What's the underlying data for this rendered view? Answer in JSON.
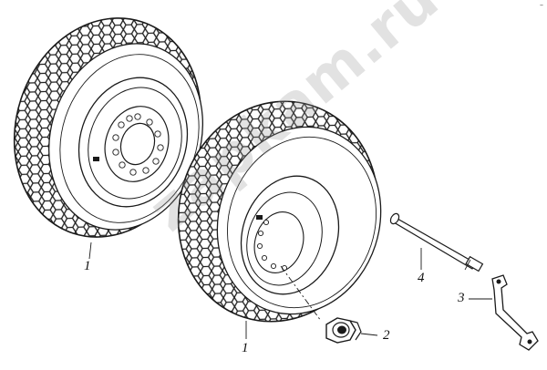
{
  "diagram": {
    "callouts": [
      {
        "id": "callout-1-left",
        "label": "1"
      },
      {
        "id": "callout-1-right",
        "label": "1"
      },
      {
        "id": "callout-2",
        "label": "2"
      },
      {
        "id": "callout-3",
        "label": "3"
      },
      {
        "id": "callout-4",
        "label": "4"
      }
    ],
    "watermark": "zapkam.ru",
    "corner_mark": "–",
    "colors": {
      "line": "#1a1a1a",
      "tread": "#2a2a2a",
      "watermark": "#969696"
    }
  }
}
